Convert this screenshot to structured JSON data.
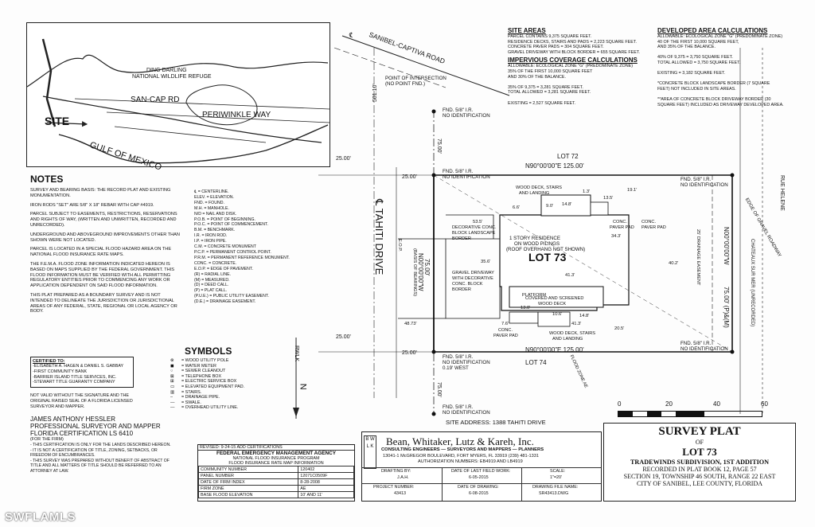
{
  "map": {
    "refuge": [
      "DING DARLING",
      "NATIONAL WILDLIFE REFUGE"
    ],
    "sancap": "SAN-CAP RD",
    "periwinkle": "PERIWINKLE WAY",
    "site": "SITE",
    "gulf": "GULF OF MEXICO"
  },
  "notes": {
    "title": "NOTES",
    "paragraphs": [
      "SURVEY AND BEARING BASIS: THE RECORD PLAT AND EXISTING MONUMENTATION.",
      "IRON RODS \"SET\" ARE 5/8\" X 18\" REBAR WITH CAP #4919.",
      "PARCEL SUBJECT TO EASEMENTS, RESTRICTIONS, RESERVATIONS AND RIGHTS OF WAY, (WRITTEN AND UNWRITTEN, RECORDED AND UNRECORDED).",
      "UNDERGROUND AND ABOVEGROUND IMPROVEMENTS OTHER THAN SHOWN WERE NOT LOCATED.",
      "PARCEL IS LOCATED IN A SPECIAL FLOOD HAZARD AREA ON THE NATIONAL FLOOD INSURANCE RATE MAPS.",
      "THE F.E.M.A. FLOOD ZONE INFORMATION INDICATED HEREON IS BASED ON MAPS SUPPLIED BY THE FEDERAL GOVERNMENT. THIS FLOOD INFORMATION MUST BE VERIFIED WITH ALL PERMITTING REGULATORY ENTITIES PRIOR TO COMMENCING ANY WORK OR APPLICATION DEPENDENT ON SAID FLOOD INFORMATION.",
      "THIS PLAT PREPARED AS A BOUNDARY SURVEY AND IS NOT INTENDED TO DELINEATE THE JURISDICTION OR JURISDICTIONAL AREAS OF ANY FEDERAL, STATE, REGIONAL OR LOCAL AGENCY OR BODY."
    ]
  },
  "abbrev": [
    "℄ = CENTERLINE.",
    "ELEV. = ELEVATION.",
    "FND. = FOUND.",
    "M.H. = MANHOLE.",
    "N/D = NAIL AND DISK.",
    "P.O.B. = POINT OF BEGINNING.",
    "P.O.C. = POINT OF COMMENCEMENT.",
    "B.M. = BENCHMARK.",
    "I.R. = IRON ROD.",
    "I.P. = IRON PIPE.",
    "C.M. = CONCRETE MONUMENT",
    "P.C.P. = PERMANENT CONTROL POINT.",
    "P.R.M. = PERMANENT REFERENCE MONUMENT.",
    "CONC. = CONCRETE.",
    "E.O.P. = EDGE OF PAVEMENT.",
    "(R) = RADIAL LINE.",
    "(M) = MEASURED.",
    "(D) = DEED CALL.",
    "(P) = PLAT CALL.",
    "(P.U.E.) = PUBLIC UTILITY EASEMENT.",
    "(D.E.) = DRAINAGE EASEMENT."
  ],
  "certified": {
    "title": "CERTIFIED TO:",
    "lines": [
      "-ELISABETH A. HAGEN & DANIEL S. GABBAY",
      "-FIRST COMMUNITY BANK",
      "-BARRIER ISLAND TITLE SERVICES, INC.",
      "-STEWART TITLE GUARANTY COMPANY"
    ]
  },
  "validity": "NOT VALID WITHOUT THE SIGNATURE AND THE ORIGINAL RAISED SEAL OF A FLORIDA LICENSED SURVEYOR AND MAPPER.",
  "surveyor": {
    "name": "JAMES ANTHONY HESSLER",
    "title": "PROFESSIONAL SURVEYOR AND MAPPER",
    "cert": "FLORIDA CERTIFICATION LS 6410",
    "firm_note": "(FOR THE FIRM)",
    "disclaimers": [
      "- THIS CERTIFICATION IS ONLY FOR THE LANDS DESCRIBED HEREON.",
      "- IT IS NOT A CERTIFICATION OF TITLE, ZONING, SETBACKS, OR FREEDOM OF ENCUMBRANCES.",
      "- THIS SURVEY WAS PREPARED WITHOUT BENEFIT OF ABSTRACT OF TITLE AND ALL MATTERS OF TITLE SHOULD BE REFERRED TO AN ATTORNEY AT LAW."
    ]
  },
  "symbols": {
    "title": "SYMBOLS",
    "items": [
      "= WOOD UTILITY POLE",
      "= WATER METER",
      "= SEWER CLEANOUT",
      "= TELEPHONE BOX",
      "= ELECTRIC SERVICE BOX",
      "= ELEVATED EQUIPMENT PAD.",
      "= STAIRS.",
      "= DRAINAGE PIPE.",
      "= SWALE.",
      "= OVERHEAD UTILITY LINE."
    ],
    "rwlk": "RWLK",
    "north": "N"
  },
  "site_areas": {
    "title": "SITE AREAS",
    "lines": [
      "PARCEL CONTAINS 9,375 SQUARE FEET.",
      "RESIDENCE DECKS, STAIRS AND PADS = 2,223 SQUARE FEET.",
      "CONCRETE PAVER PADS = 304 SQUARE FEET.",
      "GRAVEL DRIVEWAY WITH BLOCK BORDER = 655 SQUARE FEET."
    ]
  },
  "impervious": {
    "title": "IMPERVIOUS COVERAGE CALCULATIONS",
    "lines": [
      "ALLOWABLE: ECOLOGICAL ZONE \"G\" (PREDOMINATE ZONE)",
      "35% OF THE FIRST 10,000 SQUARE FEET",
      "AND 30% OF THE BALANCE.",
      "",
      "35% OF 9,375 = 3,281 SQUARE FEET.",
      "TOTAL ALLOWED = 3,281 SQUARE FEET.",
      "",
      "EXISTING = 2,527 SQUARE FEET."
    ]
  },
  "developed": {
    "title": "DEVELOPED AREA CALCULATIONS",
    "lines": [
      "ALLOWABLE: ECOLOGICAL ZONE \"G\" (PREDOMINATE ZONE)",
      "40 OF THE FIRST 10,000 SQUARE FEET,",
      "AND 35% OF THE BALANCE.",
      "",
      "40% OF 9,375 = 3,750 SQUARE FEET.",
      "TOTAL ALLOWED = 3,750 SQUARE FEET.",
      "",
      "EXISTING = 3,182 SQUARE FEET.",
      "",
      "*CONCRETE BLOCK LANDSCAPE BORDER (7 SQUARE",
      "FEET) NOT INCLUDED IN SITE AREAS.",
      "",
      "**AREA OF CONCRETE BLOCK DRIVEWAY BORDER (30",
      "SQUARE FEET) INCLUDED AS DRIVEWAY DEVELOPED AREA."
    ]
  },
  "plat": {
    "road": "SANIBEL-CAPTIVA ROAD",
    "road_cl": "℄",
    "poi": [
      "POINT OF INTERSECTION",
      "(NO POINT FND.)"
    ],
    "street": "℄ TAHITI DRIVE",
    "lot72": "LOT 72",
    "lot73": "LOT 73",
    "lot74": "LOT 74",
    "north_line": "N90°00'00\"E 125.00'",
    "south_line": "N90°00'00\"E 125.00'",
    "east_line": "N00°00'00\"W",
    "east_dist": "75.00' (P)&(M)",
    "west_bearing": "N00°00'00\"W",
    "west_dist": "75.00'",
    "basis": "(BASIS OF BEARINGS)",
    "dist_501": "501.10'",
    "dist_75a": "75.00'",
    "dist_75b": "75.00'",
    "d25_1": "25.00'",
    "d25_2": "25.00'",
    "d25_3": "25.00'",
    "d25_4": "25.00'",
    "fnd1": [
      "FND. 5/8\" I.R.",
      "NO IDENTIFICATION"
    ],
    "fnd2": [
      "FND. 5/8\" I.R.",
      "NO IDENTIFICATION"
    ],
    "fnd3": [
      "FND. 5/8\" I.R.",
      "NO IDENTIFICATION"
    ],
    "fnd4": [
      "FND. 5/8\" I.R.",
      "NO IDENTIFICATION"
    ],
    "fnd5": [
      "FND. 5/8\" I.R.",
      "NO IDENTIFICATION",
      "0.19' WEST"
    ],
    "fnd6": [
      "FND. 5/8\" I.R.",
      "NO IDENTIFICATION"
    ],
    "residence": [
      "1 STORY RESIDENCE",
      "ON WOOD PILINGS",
      "(ROOF OVERHANG NOT SHOWN)"
    ],
    "deco_border": [
      "DECORATIVE CONC.",
      "BLOCK LANDSCAPE",
      "BORDER"
    ],
    "gravel": [
      "GRAVEL DRIVEWAY",
      "WITH DECORATIVE",
      "CONC. BLOCK",
      "BORDER"
    ],
    "deck_top": [
      "WOOD DECK, STAIRS",
      "AND LANDING"
    ],
    "deck_bottom": [
      "WOOD DECK, STAIRS",
      "AND LANDING"
    ],
    "covered": [
      "COVERED AND SCREENED",
      "WOOD DECK"
    ],
    "paver1": [
      "CONC.",
      "PAVER PAD"
    ],
    "paver2": [
      "CONC.",
      "PAVER PAD"
    ],
    "paver3": [
      "CONC.",
      "PAVER PAD"
    ],
    "plat_cont": "PLATFORM",
    "drainage": "25' DRAINAGE EASEMENT",
    "chateaux": "CHATEAUX SUR MER (UNRECORDED)",
    "rue": "RUE HELENE",
    "eog": "EDGE OF GRAVEL ROADWAY",
    "eop": "E.O.P.",
    "flood": "FLOOD ZONE AE",
    "dims": [
      "53.5'",
      "35.6'",
      "14.8'",
      "13.5'",
      "9.0'",
      "34.3'",
      "1.3'",
      "41.3'",
      "40.2'",
      "41.3'",
      "13.0'",
      "7.6'",
      "10.6'",
      "14.8'",
      "20.5'",
      "48.73'",
      "19.1'",
      "6.6'"
    ]
  },
  "site_address": "SITE ADDRESS: 1388 TAHITI DRIVE",
  "scale": {
    "labels": [
      "0",
      "20",
      "40",
      "60"
    ]
  },
  "fema": {
    "revised": "REVISED: 9-24-15 ADD CERTIFICATIONS",
    "title": "FEDERAL EMERGENCY MANAGEMENT AGENCY",
    "sub": "NATIONAL FLOOD INSURANCE PROGRAM",
    "sub2": "FLOOD INSURANCE RATE MAP INFORMATION",
    "rows": [
      [
        "COMMUNITY NUMBER",
        "120402"
      ],
      [
        "PANEL NUMBER",
        "12071C0509F"
      ],
      [
        "DATE OF FIRM INDEX",
        "8-28-2008"
      ],
      [
        "FIRM ZONE",
        "AE"
      ],
      [
        "BASE FLOOD ELEVATION",
        "10' AND 11'"
      ]
    ]
  },
  "firm": {
    "name": "Bean, Whitaker, Lutz & Kareh, Inc.",
    "tagline": "CONSULTING ENGINEERS — SURVEYORS AND MAPPERS — PLANNERS",
    "address": "13041-1 McGREGOR BOULEVARD, FORT MYERS, FL 33919 (239) 481-1331",
    "auth": "AUTHORIZATION NUMBERS: EB4919 AND LB4919",
    "logo": "B W L K",
    "drafting_label": "DRAFTING BY:",
    "drafting": "J.A.H.",
    "lastfield_label": "DATE OF LAST FIELD WORK:",
    "lastfield": "6-05-2015",
    "scale_label": "SCALE:",
    "scale": "1\"=20'",
    "project_label": "PROJECT NUMBER:",
    "project": "43413",
    "drawing_date_label": "DATE OF DRAWING:",
    "drawing_date": "6-08-2015",
    "file_label": "DRAWING FILE NAME:",
    "file": "SR43413.DWG"
  },
  "survey": {
    "title": "SURVEY PLAT",
    "of": "OF",
    "lot": "LOT 73",
    "sub": "TRADEWINDS SUBDIVISION, 1ST ADDITION",
    "rec": "RECORDED IN PLAT BOOK 12, PAGE 57",
    "sec": "SECTION 19, TOWNSHIP 46 SOUTH, RANGE 22 EAST",
    "city": "CITY OF SANIBEL, LEE COUNTY, FLORIDA"
  },
  "watermark": "SWFLAMLS"
}
